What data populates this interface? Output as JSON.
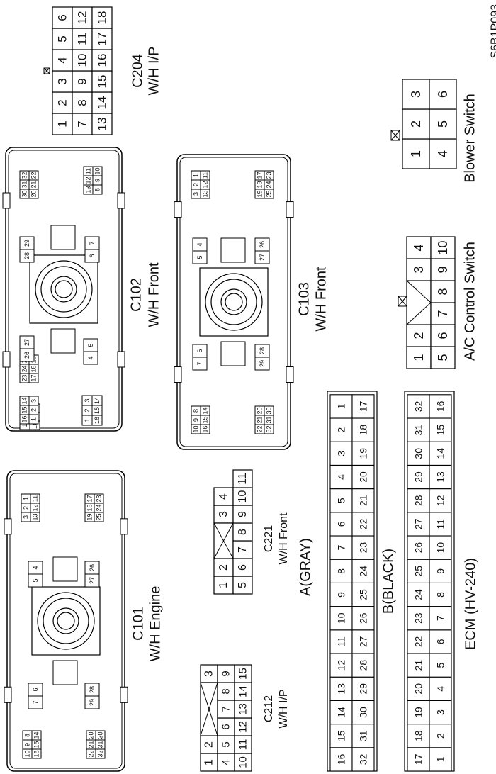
{
  "figure_code": "S6B1P093",
  "connectors": {
    "c204": {
      "code": "C204",
      "desc": "W/H I/P",
      "rows": [
        [
          "1",
          "2",
          "3",
          "4",
          "5",
          "6"
        ],
        [
          "7",
          "8",
          "9",
          "10",
          "11",
          "12"
        ],
        [
          "13",
          "14",
          "15",
          "16",
          "17",
          "18"
        ]
      ]
    },
    "blower": {
      "desc": "Blower Switch",
      "rows": [
        [
          "1",
          "2",
          "3"
        ],
        [
          "4",
          "5",
          "6"
        ]
      ]
    },
    "ac": {
      "desc": "A/C Control Switch",
      "rows": [
        [
          "1",
          "2",
          "",
          "3",
          "4"
        ],
        [
          "5",
          "6",
          "7",
          "8",
          "9",
          "10"
        ]
      ]
    },
    "c102": {
      "code": "C102",
      "desc": "W/H Front"
    },
    "c103": {
      "code": "C103",
      "desc": "W/H Front"
    },
    "c101": {
      "code": "C101",
      "desc": "W/H Engine"
    },
    "c221": {
      "code": "C221",
      "desc": "W/H Front",
      "rows": [
        [
          "1",
          "2",
          "",
          "3",
          "4"
        ],
        [
          "5",
          "6",
          "7",
          "8",
          "9",
          "10",
          "11"
        ]
      ]
    },
    "c212": {
      "code": "C212",
      "desc": "W/H I/P",
      "rows": [
        [
          "1",
          "2",
          "",
          "3"
        ],
        [
          "4",
          "5",
          "6",
          "7",
          "8",
          "9"
        ],
        [
          "10",
          "11",
          "12",
          "13",
          "14",
          "15"
        ]
      ]
    },
    "ecm": {
      "title": "ECM (HV-240)",
      "a_label": "A(GRAY)",
      "b_label": "B(BLACK)",
      "a_rows": [
        [
          "16",
          "15",
          "14",
          "13",
          "12",
          "11",
          "10",
          "9",
          "8",
          "7",
          "6",
          "5",
          "4",
          "3",
          "2",
          "1"
        ],
        [
          "32",
          "31",
          "30",
          "29",
          "28",
          "27",
          "26",
          "25",
          "24",
          "23",
          "22",
          "21",
          "20",
          "19",
          "18",
          "17"
        ]
      ],
      "b_rows": [
        [
          "17",
          "18",
          "19",
          "20",
          "21",
          "22",
          "23",
          "24",
          "25",
          "26",
          "27",
          "28",
          "29",
          "30",
          "31",
          "32"
        ],
        [
          "1",
          "2",
          "3",
          "4",
          "5",
          "6",
          "7",
          "8",
          "9",
          "10",
          "11",
          "12",
          "13",
          "14",
          "15",
          "16"
        ]
      ]
    },
    "big_pins": {
      "c101": {
        "g1": [
          [
            "1",
            "2",
            "3"
          ],
          [
            "11",
            "12",
            "13"
          ]
        ],
        "g2": [
          [
            "17",
            "18",
            "19"
          ],
          [
            "23",
            "24",
            "25"
          ]
        ],
        "g3": [
          [
            "4",
            "5"
          ]
        ],
        "g4": [
          [
            "26",
            "27"
          ]
        ],
        "g5": [
          [
            "6",
            "7"
          ]
        ],
        "g6": [
          [
            "28",
            "29"
          ]
        ],
        "g7": [
          [
            "8",
            "9",
            "10"
          ],
          [
            "14",
            "15",
            "16"
          ]
        ],
        "g8": [
          [
            "20",
            "21",
            "22"
          ],
          [
            "30",
            "31",
            "32"
          ]
        ]
      }
    }
  }
}
